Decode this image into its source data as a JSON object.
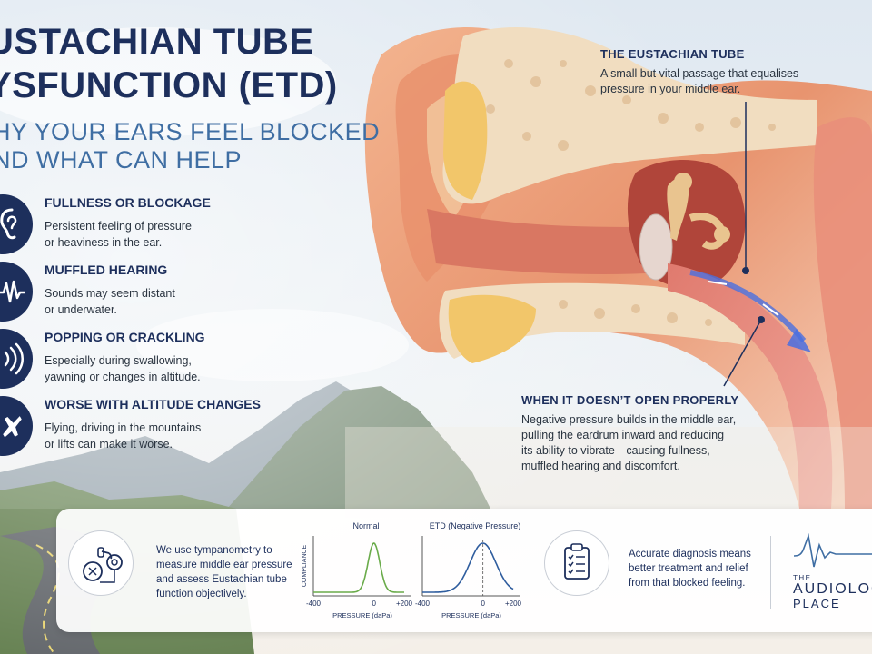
{
  "title_line1": "USTACHIAN TUBE",
  "title_line2": "YSFUNCTION (ETD)",
  "subtitle_line1": "HY YOUR EARS FEEL BLOCKED",
  "subtitle_line2": "ND WHAT CAN HELP",
  "symptoms": [
    {
      "icon": "ear-icon",
      "title": "FULLNESS OR BLOCKAGE",
      "line1": "Persistent feeling of pressure",
      "line2": "or heaviness in the ear."
    },
    {
      "icon": "waveform-icon",
      "title": "MUFFLED HEARING",
      "line1": "Sounds may seem distant",
      "line2": "or underwater."
    },
    {
      "icon": "sound-waves-icon",
      "title": "POPPING OR CRACKLING",
      "line1": "Especially during swallowing,",
      "line2": "yawning or changes in altitude."
    },
    {
      "icon": "airplane-icon",
      "title": "WORSE WITH ALTITUDE CHANGES",
      "line1": "Flying, driving in the mountains",
      "line2": "or lifts can make it worse."
    }
  ],
  "callout_tube": {
    "title": "THE EUSTACHIAN TUBE",
    "line1": "A small but vital passage that equalises",
    "line2": "pressure in your middle ear."
  },
  "callout_blocked": {
    "title": "WHEN IT DOESN’T OPEN PROPERLY",
    "line1": "Negative pressure builds in the middle ear,",
    "line2": "pulling the eardrum inward and reducing",
    "line3": "its ability to vibrate—causing fullness,",
    "line4": "muffled hearing and discomfort."
  },
  "panel": {
    "tymp_text": [
      "We use tympanometry to",
      "measure middle ear pressure",
      "and assess Eustachian tube",
      "function objectively."
    ],
    "diag_text": [
      "Accurate diagnosis means",
      "better treatment and relief",
      "from that blocked feeling."
    ],
    "logo_small": "THE",
    "logo_big": "AUDIOLOGY",
    "logo_big2": "PLACE"
  },
  "chart_data": [
    {
      "type": "line",
      "title": "Normal",
      "ylabel": "COMPLIANCE",
      "xlabel": "PRESSURE (daPa)",
      "xlim": [
        -400,
        200
      ],
      "x_ticks": [
        "-400",
        "0",
        "+200"
      ],
      "series": [
        {
          "color": "#6aab4a",
          "peak_x": 0,
          "width": 55
        }
      ],
      "grid": false
    },
    {
      "type": "line",
      "title": "ETD (Negative Pressure)",
      "xlabel": "PRESSURE (daPa)",
      "xlim": [
        -400,
        200
      ],
      "x_ticks": [
        "-400",
        "0",
        "+200"
      ],
      "series": [
        {
          "color": "#2f5d9e",
          "peak_x": 0,
          "width": 120
        }
      ],
      "reference_line_x": 0,
      "grid": false
    }
  ],
  "colors": {
    "navy": "#1d2f5c",
    "accent": "#3f6ea3"
  }
}
